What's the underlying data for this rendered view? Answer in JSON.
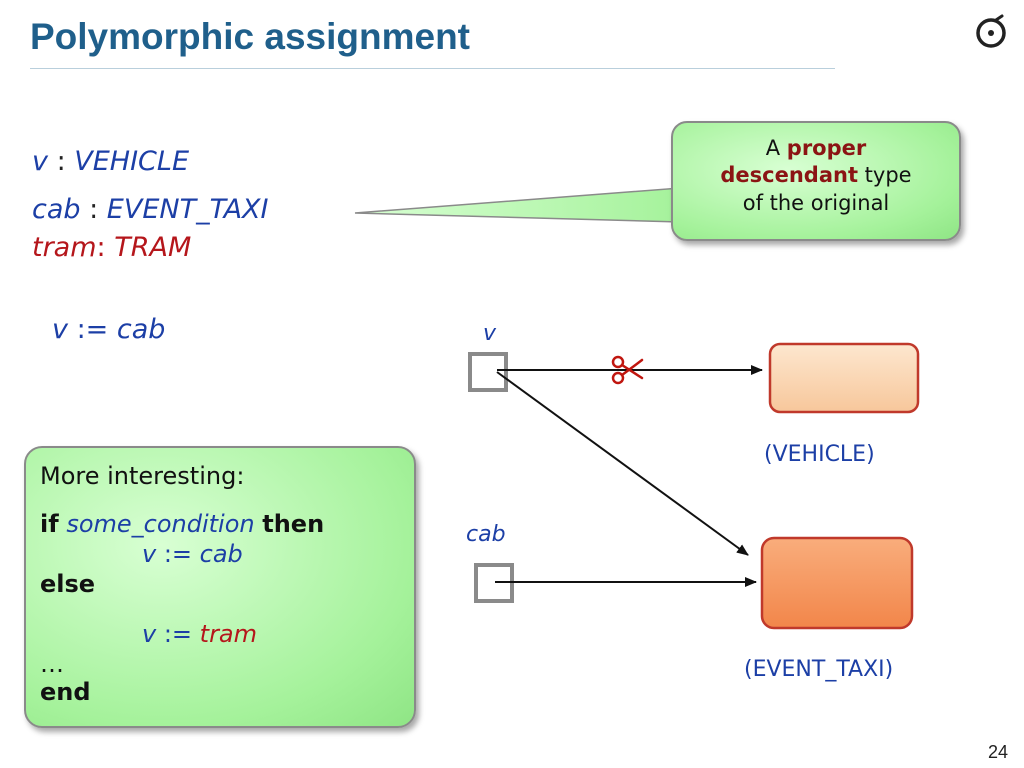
{
  "slide": {
    "title": "Polymorphic assignment",
    "page_number": "24",
    "logo_icon": "eiffel-logo-icon"
  },
  "declarations": [
    {
      "name": "v",
      "sep": " : ",
      "type": "VEHICLE",
      "name_color": "#1c3fa6",
      "type_color": "#1c3fa6"
    },
    {
      "name": "cab",
      "sep": " : ",
      "type": "EVENT_TAXI",
      "name_color": "#1c3fa6",
      "type_color": "#1c3fa6"
    },
    {
      "name": "tram",
      "sep": ": ",
      "type": "TRAM",
      "name_color": "#b5161b",
      "type_color": "#b5161b"
    }
  ],
  "assignment": {
    "target": "v",
    "op": " := ",
    "source": "cab"
  },
  "callout": {
    "prefix": "A ",
    "highlight": "proper descendant",
    "highlight_line1": "proper",
    "highlight_line2": "descendant",
    "suffix_line2": " type",
    "line3": "of the original"
  },
  "code_box": {
    "heading": "More interesting:",
    "if_kw": "if",
    "condition": "some_condition",
    "then_kw": "then",
    "then_target": "v",
    "then_op": " := ",
    "then_source": "cab",
    "else_kw": "else",
    "else_target": "v",
    "else_op": " := ",
    "else_source": "tram",
    "ellipsis": "…",
    "end_kw": "end"
  },
  "diagram": {
    "ref_v_label": "v",
    "ref_cab_label": "cab",
    "vehicle_label": "(VEHICLE)",
    "taxi_label": "(EVENT_TAXI)",
    "cut_icon": "scissors-icon",
    "colors": {
      "vehicle_object": "#fbd5ae",
      "taxi_object": "#f79a60",
      "object_border": "#c0392b",
      "green_box": "#a5f29b"
    }
  }
}
